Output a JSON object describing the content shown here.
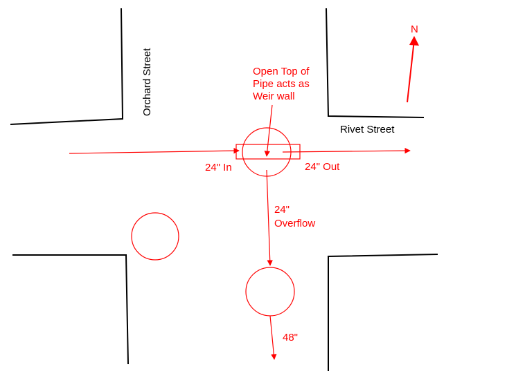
{
  "colors": {
    "street_lines": "#000000",
    "annotations": "#ff0000",
    "background": "#ffffff"
  },
  "streets": {
    "vertical_name": "Orchard Street",
    "horizontal_name": "Rivet Street"
  },
  "compass": {
    "label": "N",
    "icon": "north-arrow"
  },
  "callout": {
    "line1": "Open Top of",
    "line2": "Pipe acts as",
    "line3": "Weir wall"
  },
  "pipes": {
    "inlet_label": "24\" In",
    "outlet_label": "24\" Out",
    "overflow_line1": "24\"",
    "overflow_line2": "Overflow",
    "downstream_label": "48\""
  }
}
